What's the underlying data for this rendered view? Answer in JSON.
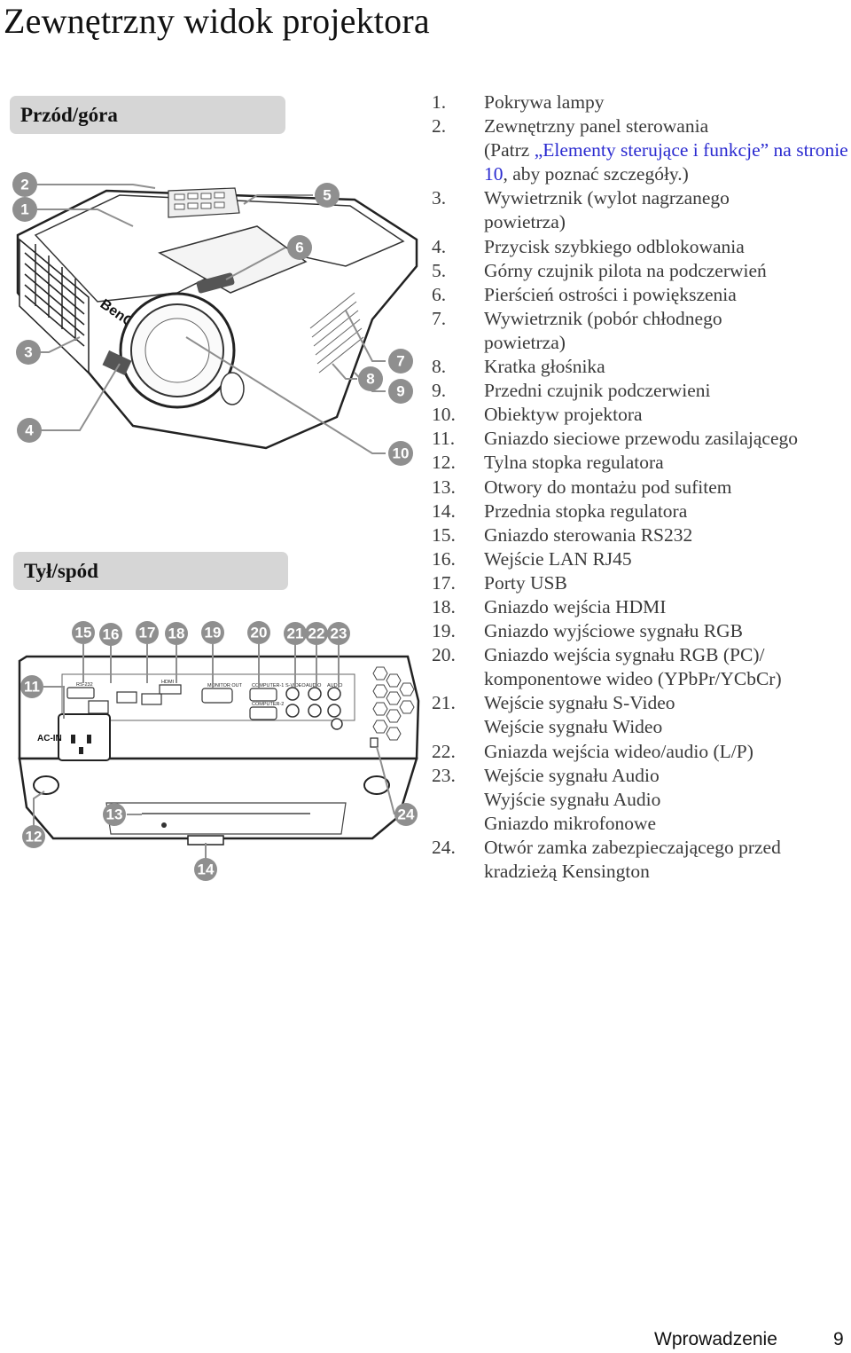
{
  "page": {
    "title": "Zewnętrzny widok projektora",
    "front_tab": "Przód/góra",
    "back_tab": "Tył/spód",
    "footer_label": "Wprowadzenie",
    "footer_page": "9"
  },
  "diagram": {
    "brand_logo": "BenQ",
    "ac_in_label": "AC-IN",
    "front_callouts": [
      "2",
      "1",
      "5",
      "6",
      "3",
      "7",
      "8",
      "9",
      "4",
      "10"
    ],
    "back_callouts": [
      "15",
      "16",
      "17",
      "18",
      "19",
      "20",
      "21",
      "22",
      "23",
      "11",
      "13",
      "12",
      "24",
      "14"
    ],
    "port_labels": [
      "RS-232",
      "HDMI",
      "MONITOR OUT",
      "COMPUTER-1",
      "COMPUTER-2",
      "S-VIDEO",
      "AUDIO",
      "AUDIO"
    ]
  },
  "parts": [
    {
      "num": "1.",
      "lines": [
        "Pokrywa lampy"
      ]
    },
    {
      "num": "2.",
      "lines": [
        "Zewnętrzny panel sterowania"
      ],
      "extra_pre": "(Patrz ",
      "extra_link": "„Elementy sterujące i funkcje” na stronie 10",
      "extra_post": ", aby poznać szczegóły.)"
    },
    {
      "num": "3.",
      "lines": [
        "Wywietrznik (wylot nagrzanego",
        "powietrza)"
      ]
    },
    {
      "num": "4.",
      "lines": [
        "Przycisk szybkiego odblokowania"
      ]
    },
    {
      "num": "5.",
      "lines": [
        "Górny czujnik pilota na podczerwień"
      ]
    },
    {
      "num": "6.",
      "lines": [
        "Pierścień ostrości i powiększenia"
      ]
    },
    {
      "num": "7.",
      "lines": [
        "Wywietrznik (pobór chłodnego",
        "powietrza)"
      ]
    },
    {
      "num": "8.",
      "lines": [
        "Kratka głośnika"
      ]
    },
    {
      "num": "9.",
      "lines": [
        "Przedni czujnik podczerwieni"
      ]
    },
    {
      "num": "10.",
      "lines": [
        "Obiektyw projektora"
      ]
    },
    {
      "num": "11.",
      "lines": [
        "Gniazdo sieciowe przewodu zasilającego"
      ]
    },
    {
      "num": "12.",
      "lines": [
        "Tylna stopka regulatora"
      ]
    },
    {
      "num": "13.",
      "lines": [
        "Otwory do montażu pod sufitem"
      ]
    },
    {
      "num": "14.",
      "lines": [
        "Przednia stopka regulatora"
      ]
    },
    {
      "num": "15.",
      "lines": [
        "Gniazdo sterowania RS232"
      ]
    },
    {
      "num": "16.",
      "lines": [
        "Wejście LAN RJ45"
      ]
    },
    {
      "num": "17.",
      "lines": [
        "Porty USB"
      ]
    },
    {
      "num": "18.",
      "lines": [
        "Gniazdo wejścia HDMI"
      ]
    },
    {
      "num": "19.",
      "lines": [
        "Gniazdo wyjściowe sygnału RGB"
      ]
    },
    {
      "num": "20.",
      "lines": [
        "Gniazdo wejścia sygnału RGB (PC)/",
        "komponentowe wideo (YPbPr/YCbCr)"
      ]
    },
    {
      "num": "21.",
      "lines": [
        "Wejście sygnału S-Video",
        "Wejście sygnału Wideo"
      ]
    },
    {
      "num": "22.",
      "lines": [
        "Gniazda wejścia wideo/audio (L/P)"
      ]
    },
    {
      "num": "23.",
      "lines": [
        "Wejście sygnału Audio",
        "Wyjście sygnału Audio",
        "Gniazdo mikrofonowe"
      ]
    },
    {
      "num": "24.",
      "lines": [
        "Otwór zamka zabezpieczającego przed",
        "kradzieżą Kensington"
      ]
    }
  ]
}
